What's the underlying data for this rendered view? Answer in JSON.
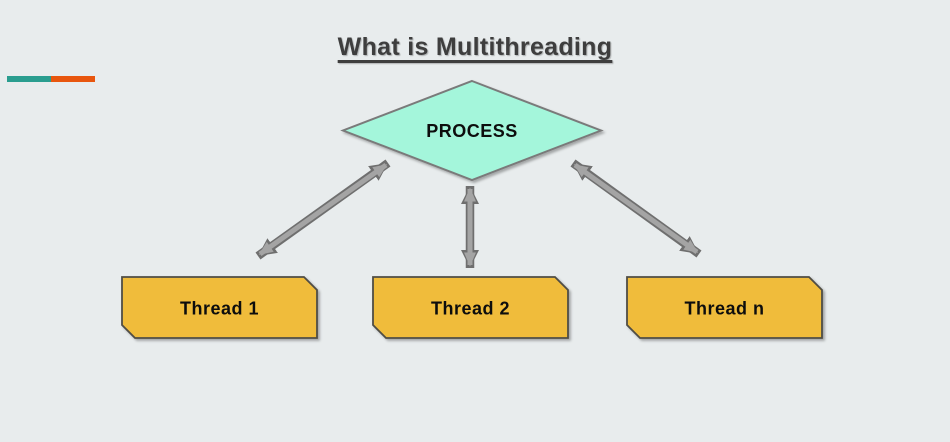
{
  "title": "What is Multithreading",
  "colors": {
    "background": "#e8eced",
    "title_text": "#3e3e3e",
    "accent_teal": "#2a9d8f",
    "accent_orange": "#e8560e",
    "process_fill": "#a4f6db",
    "process_stroke": "#7a7a7a",
    "thread_fill": "#f0bc3a",
    "thread_stroke": "#4f4d45",
    "arrow_fill": "#a4a4a4",
    "arrow_outline": "#6f6f6f",
    "label_text": "#0d0d0d"
  },
  "diagram": {
    "process": {
      "label": "PROCESS"
    },
    "threads": [
      {
        "label": "Thread 1"
      },
      {
        "label": "Thread 2"
      },
      {
        "label": "Thread n"
      }
    ]
  }
}
